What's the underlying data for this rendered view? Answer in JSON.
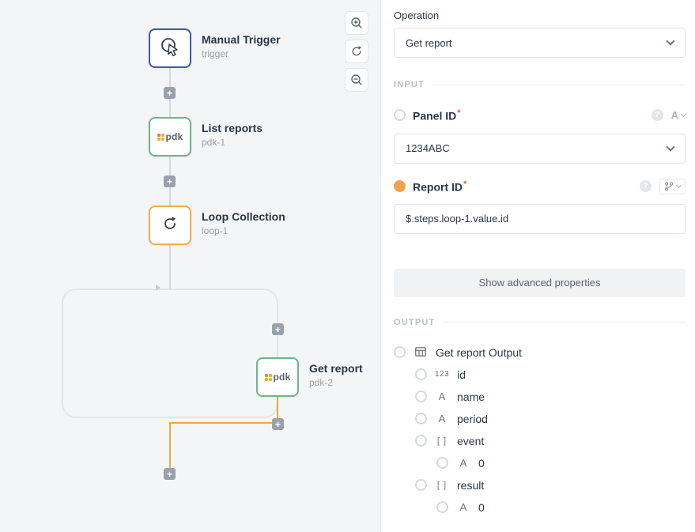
{
  "colors": {
    "canvas_bg": "#f4f5f6",
    "text_dark": "#2b3648",
    "text_muted": "#98a0ab",
    "connector_gray": "#d5d8dd",
    "connector_orange": "#f0a73c",
    "plus_gray": "#9aa1ad",
    "accent_blue": "#4059ad",
    "accent_green": "#68b987",
    "accent_amber": "#ecae4e",
    "border": "#dfe3e8",
    "section_label": "#b7bec8",
    "required_red": "#e4593f",
    "radio_filled": "#f0a348",
    "button_bg": "#f1f2f4"
  },
  "canvas": {
    "plus_glyph": "+",
    "pdk_logo_text": "pdk",
    "nodes": [
      {
        "title": "Manual Trigger",
        "subtitle": "trigger"
      },
      {
        "title": "List reports",
        "subtitle": "pdk-1"
      },
      {
        "title": "Loop Collection",
        "subtitle": "loop-1"
      },
      {
        "title": "Get report",
        "subtitle": "pdk-2"
      }
    ]
  },
  "panel": {
    "operation_label": "Operation",
    "operation_value": "Get report",
    "input_section_label": "INPUT",
    "output_section_label": "OUTPUT",
    "required_mark": "*",
    "help_glyph": "?",
    "fields": [
      {
        "label": "Panel ID",
        "value": "1234ABC",
        "type_glyph": "A"
      },
      {
        "label": "Report ID",
        "value": "$.steps.loop-1.value.id"
      }
    ],
    "advanced_button_label": "Show advanced properties",
    "output_tree": [
      {
        "label": "Get report Output",
        "glyph": "",
        "depth": 0
      },
      {
        "label": "id",
        "glyph": "123",
        "depth": 1
      },
      {
        "label": "name",
        "glyph": "A",
        "depth": 1
      },
      {
        "label": "period",
        "glyph": "A",
        "depth": 1
      },
      {
        "label": "event",
        "glyph": "[ ]",
        "depth": 1
      },
      {
        "label": "0",
        "glyph": "A",
        "depth": 2
      },
      {
        "label": "result",
        "glyph": "[ ]",
        "depth": 1
      },
      {
        "label": "0",
        "glyph": "A",
        "depth": 2
      }
    ]
  }
}
